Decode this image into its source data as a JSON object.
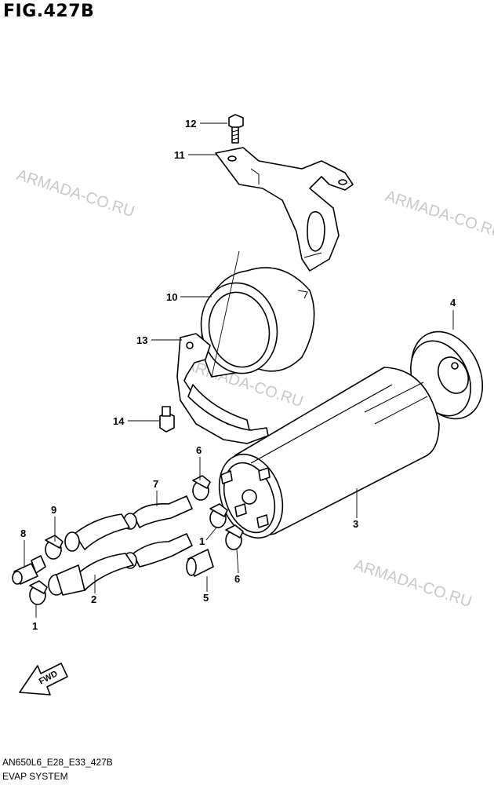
{
  "figure": {
    "title": "FIG.427B",
    "code": "AN650L6_E28_E33_427B",
    "name": "EVAP SYSTEM"
  },
  "watermark": "ARMADA-CO.RU",
  "fwd_label": "FWD",
  "callouts": [
    "12",
    "11",
    "10",
    "13",
    "14",
    "4",
    "3",
    "6",
    "7",
    "9",
    "8",
    "1",
    "2",
    "5",
    "6",
    "1"
  ]
}
